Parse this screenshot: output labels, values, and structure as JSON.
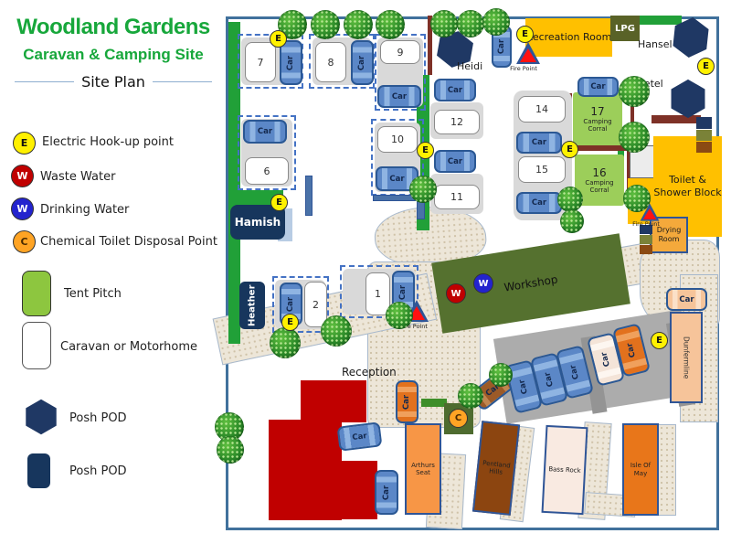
{
  "title": "Woodland Gardens",
  "subtitle": "Caravan & Camping Site",
  "plan_label": "Site Plan",
  "legend": {
    "electric": {
      "symbol": "E",
      "label": "Electric Hook-up point"
    },
    "waste": {
      "symbol": "W",
      "label": "Waste Water"
    },
    "drinking": {
      "symbol": "W",
      "label": "Drinking Water"
    },
    "chemical": {
      "symbol": "C",
      "label": "Chemical Toilet Disposal Point"
    },
    "tent": {
      "label": "Tent Pitch"
    },
    "caravan": {
      "label": "Caravan or Motorhome"
    },
    "pod_hex": {
      "label": "Posh POD"
    },
    "pod_square": {
      "label": "Posh POD"
    }
  },
  "map": {
    "car_label": "Car",
    "fire_point": "Fire Point",
    "marker_e": "E",
    "marker_w": "W",
    "marker_c": "C",
    "pitches": {
      "1": "1",
      "2": "2",
      "6": "6",
      "7": "7",
      "8": "8",
      "9": "9",
      "10": "10",
      "11": "11",
      "12": "12",
      "14": "14",
      "15": "15"
    },
    "corrals": {
      "17": {
        "number": "17",
        "label": "Camping Corral"
      },
      "16": {
        "number": "16",
        "label": "Camping Corral"
      }
    },
    "pods": {
      "heidi": "Heidi",
      "hansel": "Hansel",
      "gretel": "Gretel",
      "hamish": "Hamish",
      "heather": "Heather",
      "dunfermline": "Dunfermline"
    },
    "buildings": {
      "recreation": "Recreation Room",
      "lpg": "LPG",
      "toilet": "Toilet & Shower Block",
      "drying": "Drying Room",
      "workshop": "Workshop",
      "reception": "Reception"
    },
    "zones": {
      "arthurs": "Arthurs Seat",
      "pentland": "Pentland Hills",
      "bass": "Bass Rock",
      "isle": "Isle Of May"
    },
    "colors": {
      "accent_green": "#21A038",
      "building_orange": "#FFC000",
      "pod_navy": "#17365D",
      "fence_maroon": "#7E3127",
      "reception_red": "#C00000",
      "tent_green": "#9CCE5A"
    }
  }
}
